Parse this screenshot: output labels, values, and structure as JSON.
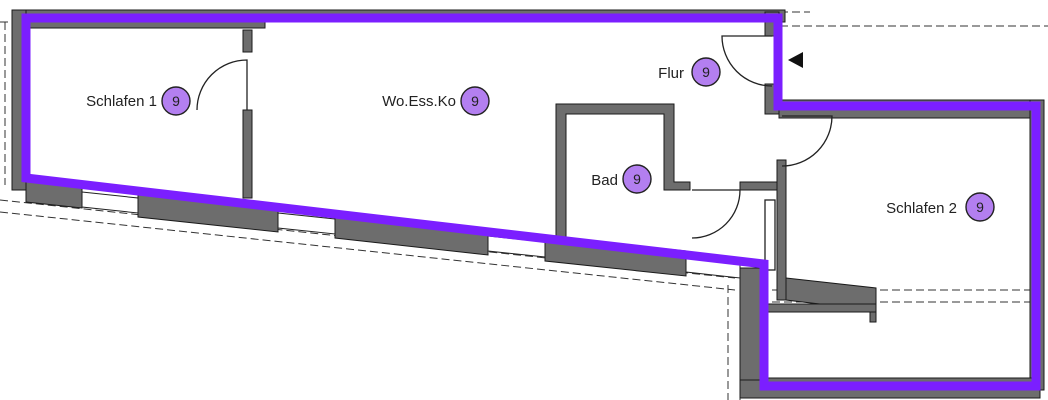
{
  "colors": {
    "boundary": "#7b1fff",
    "badge_fill": "#b37ff0",
    "wall_fill": "#6d6d6d",
    "wall_stroke": "#1a1a1a",
    "line": "#222222",
    "dashed": "#333333"
  },
  "icons": {
    "entrance": "entrance-arrow-icon"
  },
  "rooms": [
    {
      "id": "schlafen-1",
      "label": "Schlafen 1",
      "badge": "9"
    },
    {
      "id": "wo-ess-ko",
      "label": "Wo.Ess.Ko",
      "badge": "9"
    },
    {
      "id": "flur",
      "label": "Flur",
      "badge": "9"
    },
    {
      "id": "bad",
      "label": "Bad",
      "badge": "9"
    },
    {
      "id": "schlafen-2",
      "label": "Schlafen 2",
      "badge": "9"
    }
  ]
}
